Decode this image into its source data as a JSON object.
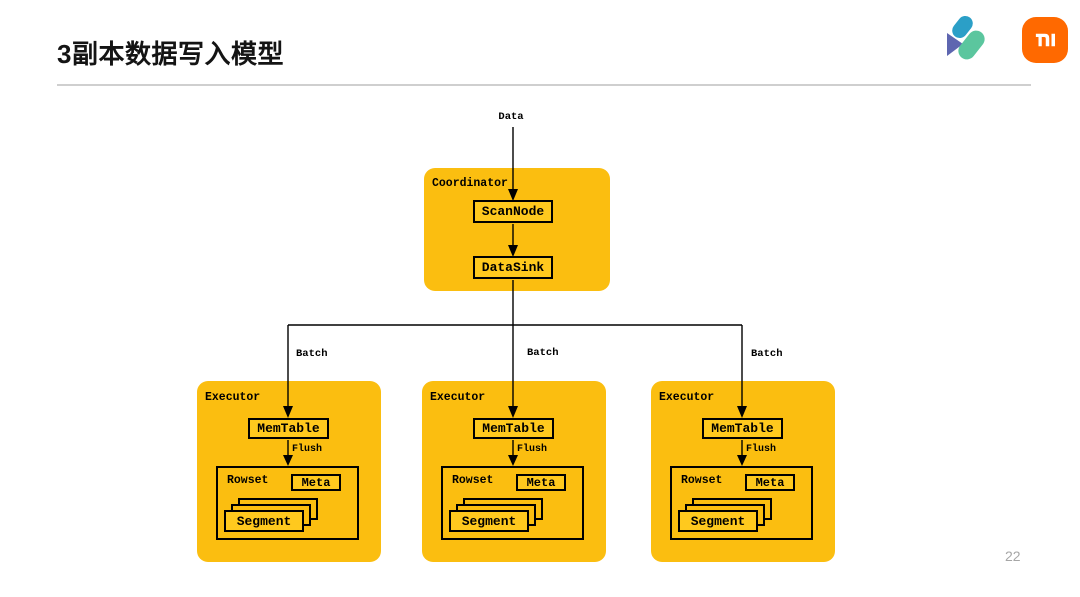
{
  "slide": {
    "title": "3副本数据写入模型",
    "page_number": "22"
  },
  "header": {
    "partner_logo": "teal-green-play-logo",
    "brand_logo": "xiaomi-mi-logo"
  },
  "diagram": {
    "data_label": "Data",
    "batch_labels": [
      "Batch",
      "Batch",
      "Batch"
    ],
    "coordinator": {
      "label": "Coordinator",
      "scan_node": "ScanNode",
      "data_sink": "DataSink"
    },
    "executors": [
      {
        "label": "Executor",
        "memtable": "MemTable",
        "flush_label": "Flush",
        "rowset_label": "Rowset",
        "meta": "Meta",
        "segment": "Segment"
      },
      {
        "label": "Executor",
        "memtable": "MemTable",
        "flush_label": "Flush",
        "rowset_label": "Rowset",
        "meta": "Meta",
        "segment": "Segment"
      },
      {
        "label": "Executor",
        "memtable": "MemTable",
        "flush_label": "Flush",
        "rowset_label": "Rowset",
        "meta": "Meta",
        "segment": "Segment"
      }
    ]
  },
  "colors": {
    "container_yellow": "#FBBE10",
    "node_yellow": "#FFC91E",
    "line_black": "#000000",
    "xiaomi_orange": "#FF6900",
    "logo_blue": "#2B9FC7",
    "logo_green": "#5BC69E",
    "logo_purple": "#5E66B0",
    "divider_gray": "#CFCFCF",
    "page_gray": "#A6A6A6"
  }
}
